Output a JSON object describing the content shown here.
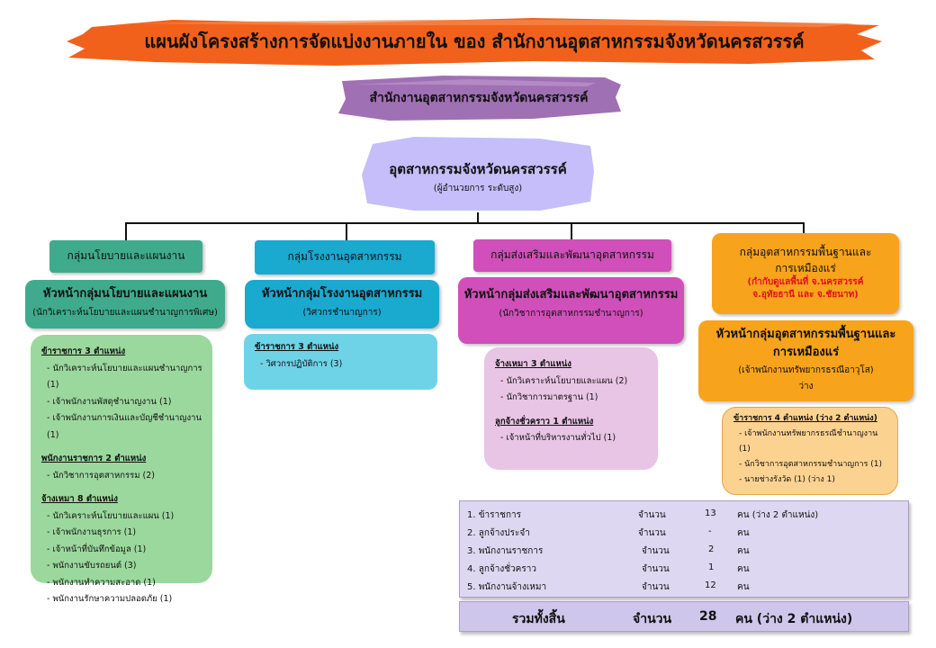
{
  "title": "แผนผังโครงสร้างการจัดแบ่งงานภายใน ของ สำนักงานอุตสาหกรรมจังหวัดนครสวรรค์",
  "office": "สำนักงานอุตสาหกรรมจังหวัดนครสวรรค์",
  "director": {
    "title": "อุตสาหกรรมจังหวัดนครสวรรค์",
    "subtitle": "(ผู้อำนวยการ ระดับสูง)"
  },
  "colors": {
    "banner": "#f2611c",
    "office": "#a070b4",
    "director": "#c6befa",
    "group1": "#3fab8c",
    "group2": "#1aa9cf",
    "group3": "#d04fba",
    "group4": "#f7a31c",
    "staff1": "#9bd89d",
    "staff2": "#6fd3e8",
    "staff3": "#e8c4e5",
    "staff4": "#fbd290"
  },
  "groups": [
    {
      "name": "กลุ่มนโยบายและแผนงาน",
      "head_title": "หัวหน้ากลุ่มนโยบายและแผนงาน",
      "head_sub": "(นักวิเคราะห์นโยบายและแผนชำนาญการพิเศษ)",
      "staff": [
        {
          "heading": "ข้าราชการ 3 ตำแหน่ง",
          "items": [
            "- นักวิเคราะห์นโยบายและแผนชำนาญการ (1)",
            "- เจ้าพนักงานพัสดุชำนาญงาน (1)",
            "- เจ้าพนักงานการเงินและบัญชีชำนาญงาน (1)"
          ]
        },
        {
          "heading": "พนักงานราชการ 2 ตำแหน่ง",
          "items": [
            "- นักวิชาการอุตสาหกรรม (2)"
          ]
        },
        {
          "heading": "จ้างเหมา 8 ตำแหน่ง",
          "items": [
            "- นักวิเคราะห์นโยบายและแผน (1)",
            "- เจ้าพนักงานธุรการ (1)",
            "- เจ้าหน้าที่บันทึกข้อมูล (1)",
            "- พนักงานขับรถยนต์ (3)",
            "- พนักงานทำความสะอาด (1)",
            "- พนักงานรักษาความปลอดภัย (1)"
          ]
        }
      ]
    },
    {
      "name": "กลุ่มโรงงานอุตสาหกรรม",
      "head_title": "หัวหน้ากลุ่มโรงงานอุตสาหกรรม",
      "head_sub": "(วิศวกรชำนาญการ)",
      "staff": [
        {
          "heading": "ข้าราชการ 3 ตำแหน่ง",
          "items": [
            "- วิศวกรปฏิบัติการ (3)"
          ]
        }
      ]
    },
    {
      "name": "กลุ่มส่งเสริมและพัฒนาอุตสาหกรรม",
      "head_title": "หัวหน้ากลุ่มส่งเสริมและพัฒนาอุตสาหกรรม",
      "head_sub": "(นักวิชาการอุตสาหกรรมชำนาญการ)",
      "staff": [
        {
          "heading": "จ้างเหมา 3 ตำแหน่ง",
          "items": [
            "- นักวิเคราะห์นโยบายและแผน (2)",
            "- นักวิชาการมาตรฐาน (1)"
          ]
        },
        {
          "heading": "ลูกจ้างชั่วคราว 1 ตำแหน่ง",
          "items": [
            "- เจ้าหน้าที่บริหารงานทั่วไป (1)"
          ]
        }
      ]
    },
    {
      "name_line1": "กลุ่มอุตสาหกรรมพื้นฐานและ",
      "name_line2": "การเหมืองแร่",
      "name_note1": "(กำกับดูแลพื้นที่ จ.นครสวรรค์",
      "name_note2": "จ.อุทัยธานี และ จ.ชัยนาท)",
      "head_title1": "หัวหน้ากลุ่มอุตสาหกรรมพื้นฐานและ",
      "head_title2": "การเหมืองแร่",
      "head_sub": "(เจ้าพนักงานทรัพยากรธรณีอาวุโส)",
      "head_vacant": "ว่าง",
      "staff": [
        {
          "heading": "ข้าราชการ 4 ตำแหน่ง (ว่าง 2 ตำแหน่ง)",
          "items": [
            "- เจ้าพนักงานทรัพยากรธรณีชำนาญงาน (1)",
            "- นักวิชาการอุตสาหกรรมชำนาญการ (1)",
            "- นายช่างรังวัด (1) (ว่าง 1)"
          ]
        }
      ]
    }
  ],
  "summary": {
    "rows": [
      {
        "label": "1. ข้าราชการ",
        "count_label": "จำนวน",
        "value": "13",
        "unit": "คน (ว่าง 2 ตำแหน่ง)"
      },
      {
        "label": "2. ลูกจ้างประจำ",
        "count_label": "จำนวน",
        "value": "-",
        "unit": "คน"
      },
      {
        "label": "3. พนักงานราชการ",
        "count_label": "จำนวน",
        "value": "2",
        "unit": "คน"
      },
      {
        "label": "4. ลูกจ้างชั่วคราว",
        "count_label": "จำนวน",
        "value": "1",
        "unit": "คน"
      },
      {
        "label": "5. พนักงานจ้างเหมา",
        "count_label": "จำนวน",
        "value": "12",
        "unit": "คน"
      }
    ],
    "total": {
      "label": "รวมทั้งสิ้น",
      "count_label": "จำนวน",
      "value": "28",
      "unit": "คน (ว่าง 2 ตำแหน่ง)"
    }
  }
}
